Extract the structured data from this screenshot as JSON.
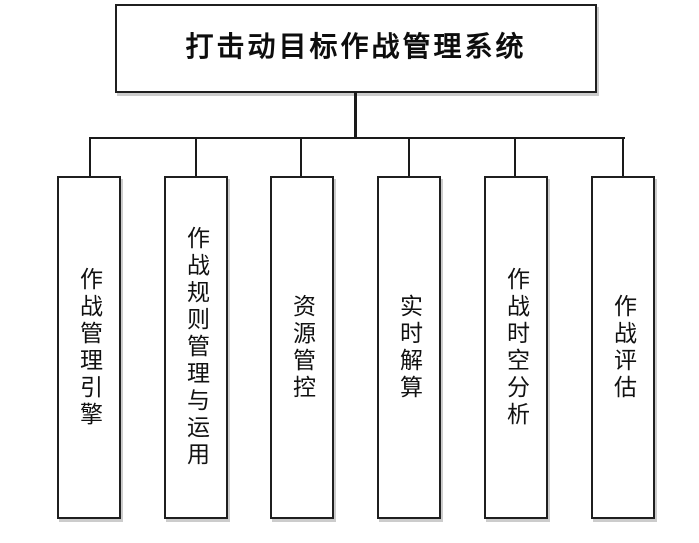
{
  "diagram": {
    "title": "打击动目标作战管理系统",
    "root": {
      "label": "打击动目标作战管理系统"
    },
    "children": [
      {
        "label": "作战管理引擎"
      },
      {
        "label": "作战规则管理与运用"
      },
      {
        "label": "资源管控"
      },
      {
        "label": "实时解算"
      },
      {
        "label": "作战时空分析"
      },
      {
        "label": "作战评估"
      }
    ],
    "colors": {
      "border": "#1f1f1f",
      "line": "#1a1a1a",
      "background": "#ffffff",
      "text": "#111111"
    }
  }
}
